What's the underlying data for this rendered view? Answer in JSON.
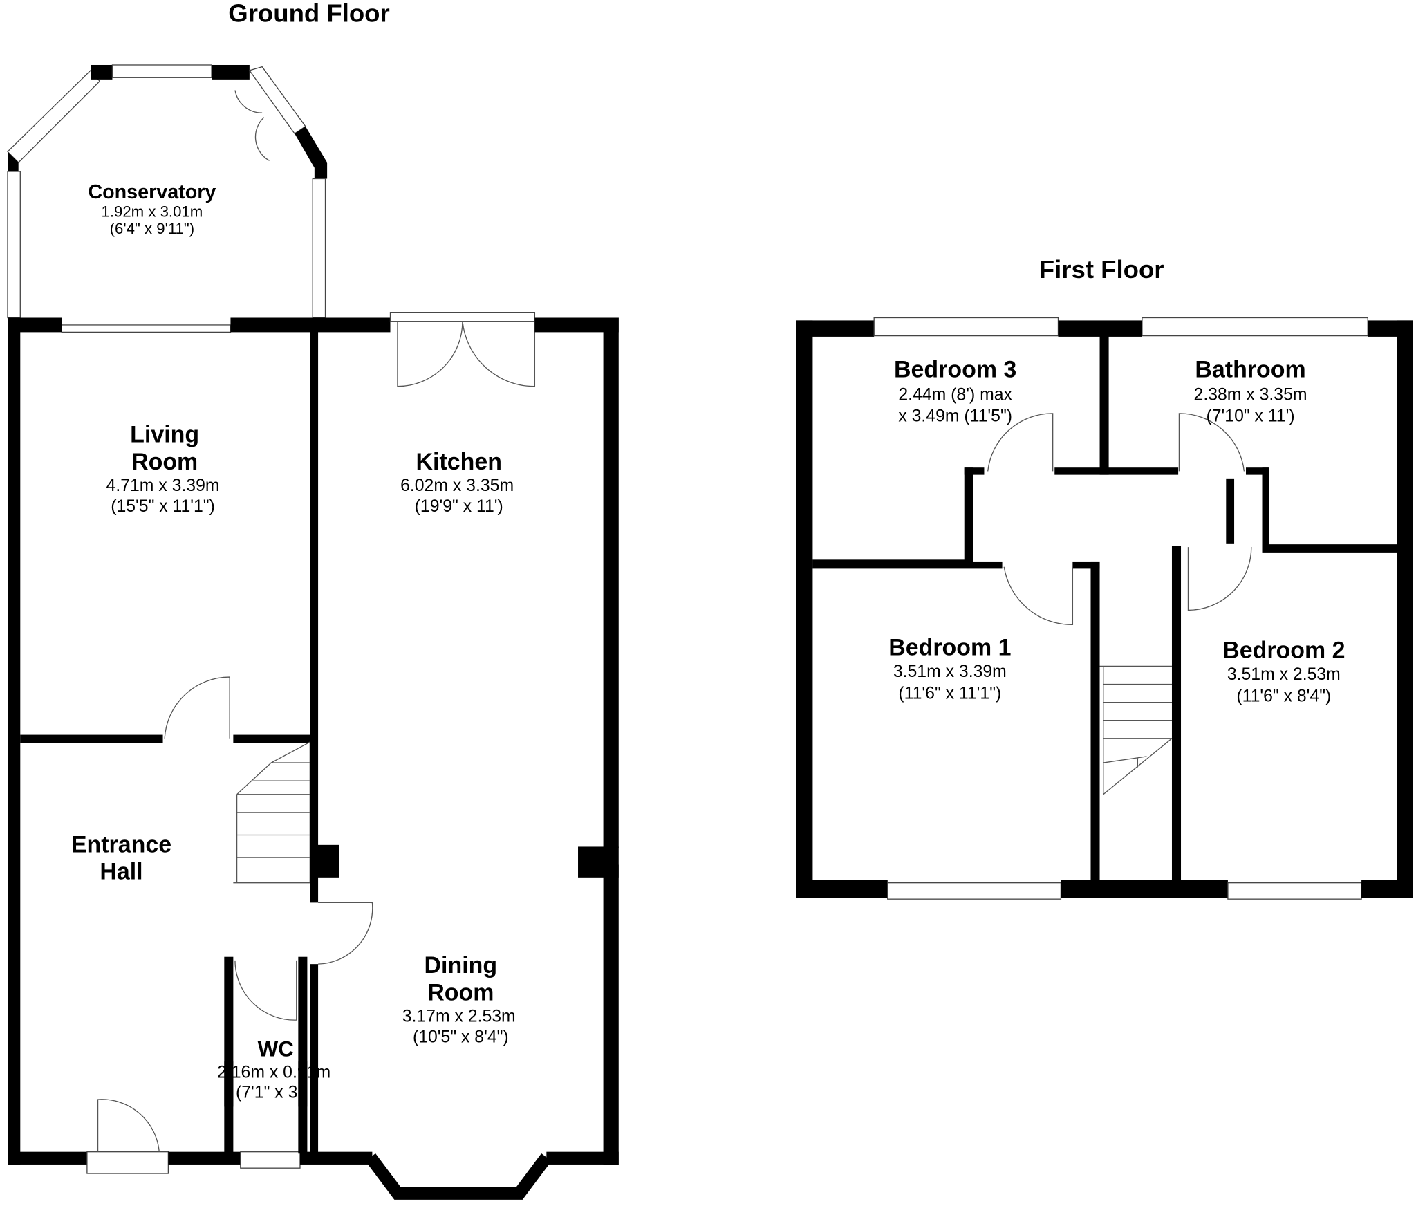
{
  "ground_floor": {
    "title": "Ground Floor",
    "rooms": {
      "conservatory": {
        "name": "Conservatory",
        "dim_metric": "1.92m x 3.01m",
        "dim_imperial": "(6'4\" x 9'11\")"
      },
      "living_room": {
        "name_line1": "Living",
        "name_line2": "Room",
        "dim_metric": "4.71m x 3.39m",
        "dim_imperial": "(15'5\" x 11'1\")"
      },
      "kitchen": {
        "name": "Kitchen",
        "dim_metric": "6.02m x 3.35m",
        "dim_imperial": "(19'9\" x 11')"
      },
      "entrance_hall": {
        "name_line1": "Entrance",
        "name_line2": "Hall"
      },
      "dining_room": {
        "name_line1": "Dining",
        "name_line2": "Room",
        "dim_metric": "3.17m x 2.53m",
        "dim_imperial": "(10'5\" x 8'4\")"
      },
      "wc": {
        "name": "WC",
        "dim_metric": "2.16m x 0.91m",
        "dim_imperial": "(7'1\" x 3')"
      }
    }
  },
  "first_floor": {
    "title": "First Floor",
    "rooms": {
      "bedroom3": {
        "name": "Bedroom 3",
        "dim_line1": "2.44m (8') max",
        "dim_line2": "x 3.49m (11'5\")"
      },
      "bathroom": {
        "name": "Bathroom",
        "dim_metric": "2.38m x 3.35m",
        "dim_imperial": "(7'10\" x 11')"
      },
      "bedroom1": {
        "name": "Bedroom 1",
        "dim_metric": "3.51m x 3.39m",
        "dim_imperial": "(11'6\" x 11'1\")"
      },
      "bedroom2": {
        "name": "Bedroom 2",
        "dim_metric": "3.51m x 2.53m",
        "dim_imperial": "(11'6\" x 8'4\")"
      }
    }
  }
}
